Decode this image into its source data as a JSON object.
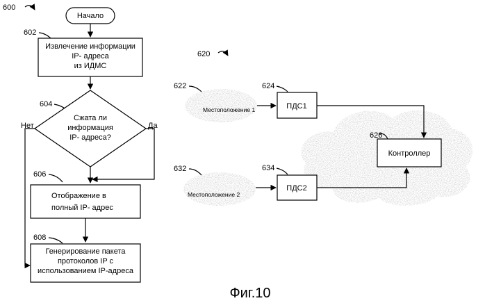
{
  "figure": {
    "number": "600",
    "caption": "Фиг.10"
  },
  "flowchart": {
    "start": {
      "label": "Начало"
    },
    "step_602": {
      "ref": "602",
      "lines": [
        "Извлечение информации",
        "IP- адреса",
        "из ИДМС"
      ]
    },
    "decision_604": {
      "ref": "604",
      "lines": [
        "Сжата ли",
        "информация",
        "IP- адреса?"
      ],
      "no_label": "Нет",
      "yes_label": "Да"
    },
    "step_606": {
      "ref": "606",
      "lines": [
        "Отображение в",
        "полный IP- адрес"
      ]
    },
    "step_608": {
      "ref": "608",
      "lines": [
        "Генерирование пакета",
        "протоколов IP с",
        "использованием IP-адреса"
      ]
    }
  },
  "network": {
    "ref": "620",
    "cloud_622": {
      "ref": "622",
      "label": "Местоположение 1"
    },
    "box_624": {
      "ref": "624",
      "label": "ПДС1"
    },
    "cloud_632": {
      "ref": "632",
      "label": "Местоположение 2"
    },
    "box_634": {
      "ref": "634",
      "label": "ПДС2"
    },
    "controller": {
      "ref": "626",
      "label": "Контроллер"
    }
  }
}
